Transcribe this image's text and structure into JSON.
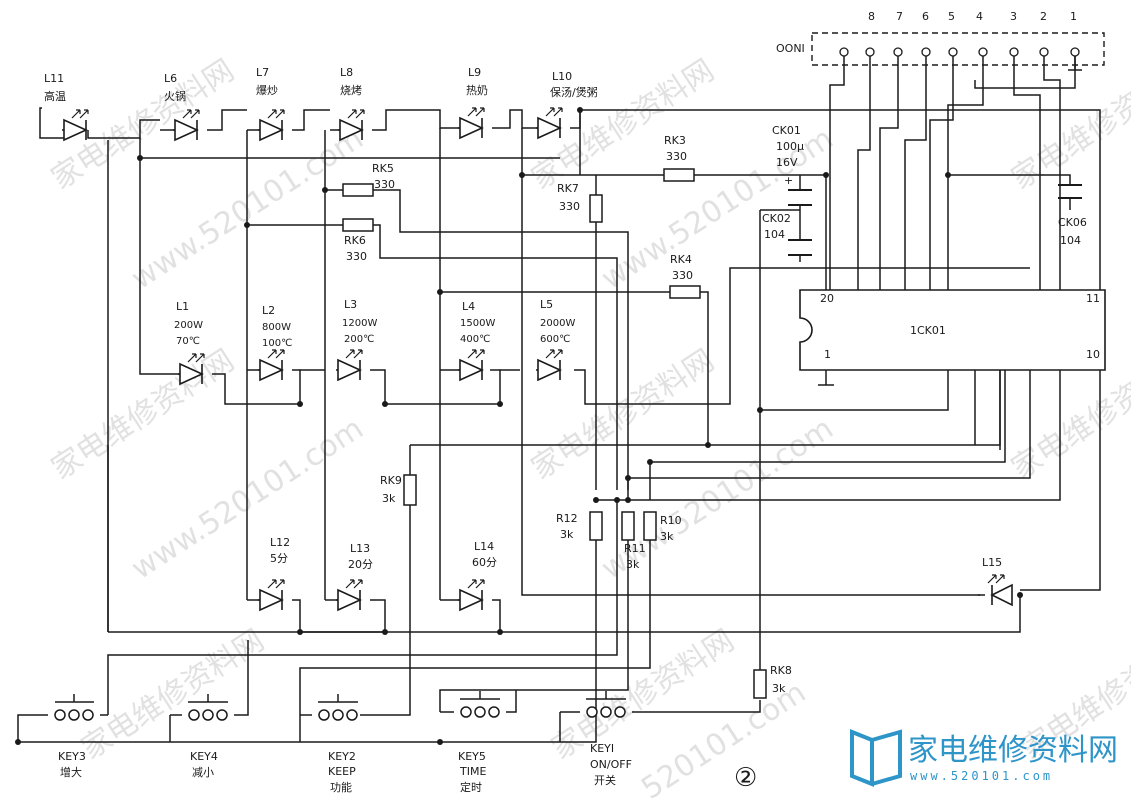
{
  "connector": {
    "name": "OONI",
    "pins": [
      "8",
      "7",
      "6",
      "5",
      "4",
      "3",
      "2",
      "1"
    ]
  },
  "leds_top": [
    {
      "ref": "L11",
      "label": "高温"
    },
    {
      "ref": "L6",
      "label": "火锅"
    },
    {
      "ref": "L7",
      "label": "爆炒"
    },
    {
      "ref": "L8",
      "label": "烧烤"
    },
    {
      "ref": "L9",
      "label": "热奶"
    },
    {
      "ref": "L10",
      "label": "保汤/煲粥"
    }
  ],
  "leds_power": [
    {
      "ref": "L1",
      "power": "200W",
      "temp": "70℃"
    },
    {
      "ref": "L2",
      "power": "800W",
      "temp": "100℃"
    },
    {
      "ref": "L3",
      "power": "1200W",
      "temp": "200℃"
    },
    {
      "ref": "L4",
      "power": "1500W",
      "temp": "400℃"
    },
    {
      "ref": "L5",
      "power": "2000W",
      "temp": "600℃"
    }
  ],
  "leds_timer": [
    {
      "ref": "L12",
      "label": "5分"
    },
    {
      "ref": "L13",
      "label": "20分"
    },
    {
      "ref": "L14",
      "label": "60分"
    }
  ],
  "led_l15": {
    "ref": "L15"
  },
  "resistors": {
    "rk3": {
      "ref": "RK3",
      "value": "330"
    },
    "rk4": {
      "ref": "RK4",
      "value": "330"
    },
    "rk5": {
      "ref": "RK5",
      "value": "330"
    },
    "rk6": {
      "ref": "RK6",
      "value": "330"
    },
    "rk7": {
      "ref": "RK7",
      "value": "330"
    },
    "rk8": {
      "ref": "RK8",
      "value": "3k"
    },
    "rk9": {
      "ref": "RK9",
      "value": "3k"
    },
    "r10": {
      "ref": "R10",
      "value": "3k"
    },
    "r11": {
      "ref": "R11",
      "value": "3k"
    },
    "r12": {
      "ref": "R12",
      "value": "3k"
    }
  },
  "capacitors": {
    "ck01": {
      "ref": "CK01",
      "value": "100μ",
      "voltage": "16V"
    },
    "ck02": {
      "ref": "CK02",
      "value": "104"
    },
    "ck06": {
      "ref": "CK06",
      "value": "104"
    }
  },
  "ic": {
    "ref": "1CK01",
    "pin20": "20",
    "pin11": "11",
    "pin1": "1",
    "pin10": "10"
  },
  "keys": [
    {
      "ref": "KEY3",
      "line1": "增大",
      "line2": ""
    },
    {
      "ref": "KEY4",
      "line1": "减小",
      "line2": ""
    },
    {
      "ref": "KEY2",
      "line1": "KEEP",
      "line2": "功能"
    },
    {
      "ref": "KEY5",
      "line1": "TIME",
      "line2": "定时"
    },
    {
      "ref": "KEYI",
      "line1": "ON/OFF",
      "line2": "开关"
    }
  ],
  "figure_number": "②",
  "watermarks": {
    "cn": "家电维修资料网",
    "url_a": "www.520101.com",
    "url_b": "520101.com"
  },
  "brand": {
    "name": "家电维修资料网",
    "url": "www.520101.com",
    "color": "#2e95c9"
  }
}
